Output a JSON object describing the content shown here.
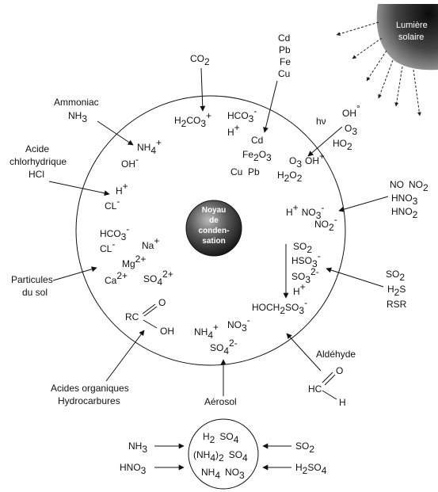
{
  "sun": {
    "label_1": "Lumière",
    "label_2": "solaire"
  },
  "core": {
    "line_1": "Noyau",
    "line_2": "de",
    "line_3": "conden-",
    "line_4": "sation"
  },
  "outside": {
    "co2": {
      "main": "CO",
      "sub": "2"
    },
    "metals": [
      "Cd",
      "Pb",
      "Fe",
      "Cu"
    ],
    "ammoniac": {
      "line_1": "Ammoniac",
      "main": "NH",
      "sub": "3"
    },
    "acide_hcl": {
      "line_1": "Acide",
      "line_2": "chlorhydrique",
      "line_3": "HCl"
    },
    "oxidants": {
      "oh": {
        "main": "OH",
        "sup": "°"
      },
      "o3": {
        "main": "O",
        "sub": "3"
      },
      "ho2": {
        "main": "HO",
        "sub": "2"
      }
    },
    "hv": "hν",
    "nox": {
      "no_no2": {
        "no": "NO",
        "no2_main": "NO",
        "no2_sub": "2"
      },
      "hno3": {
        "main": "HNO",
        "sub": "3"
      },
      "hno2": {
        "main": "HNO",
        "sub": "2"
      }
    },
    "particules": {
      "line_1": "Particules",
      "line_2": "du sol"
    },
    "sulfur": {
      "so2": {
        "main": "SO",
        "sub": "2"
      },
      "h2s": {
        "h": "H",
        "sub": "2",
        "s": "S"
      },
      "rsr": "RSR"
    },
    "acides_org": {
      "line_1": "Acides organiques",
      "line_2": "Hydrocarbures"
    },
    "aldehyde": {
      "label": "Aldéhyde",
      "hc": "HC",
      "o": "O",
      "h": "H"
    },
    "aerosol": "Aérosol"
  },
  "inside": {
    "h2co3": {
      "h": "H",
      "sub_1": "2",
      "co": "CO",
      "sub_2": "3",
      "sup": "+"
    },
    "hco3": {
      "main": "HCO",
      "sub": "3",
      "sup": "-"
    },
    "h_plus": {
      "main": "H",
      "sup": "+"
    },
    "cd": "Cd",
    "fe2o3": {
      "fe": "Fe",
      "sub_1": "2",
      "o": "O",
      "sub_2": "3"
    },
    "cu_pb": "Cu  Pb",
    "nh4": {
      "main": "NH",
      "sub": "4",
      "sup": "+"
    },
    "oh_minus": {
      "main": "OH",
      "sup": "-"
    },
    "o3_oh": {
      "o": "O",
      "sub": "3",
      "oh": "OH",
      "sup": "+"
    },
    "h2o2": {
      "h": "H",
      "sub_1": "2",
      "o": "O",
      "sub_2": "2"
    },
    "h_plus_2": {
      "main": "H",
      "sup": "+"
    },
    "cl_minus": {
      "main": "CL",
      "sup": "-"
    },
    "h_no3": {
      "h": "H",
      "sup_1": "+",
      "no": "NO",
      "sub": "3",
      "sup_2": "-"
    },
    "no2_minus": {
      "main": "NO",
      "sub": "2",
      "sup": "-"
    },
    "hco3_2": {
      "main": "HCO",
      "sub": "3",
      "sup": "-"
    },
    "na": {
      "main": "Na",
      "sup": "+"
    },
    "cl_minus_2": {
      "main": "CL",
      "sup": "-"
    },
    "mg": {
      "main": "Mg",
      "sup": "2+"
    },
    "ca": {
      "main": "Ca",
      "sup": "2+"
    },
    "so4_2plus": {
      "main": "SO",
      "sub": "4",
      "sup": "2+"
    },
    "so2_in": {
      "main": "SO",
      "sub": "2"
    },
    "hso3": {
      "main": "HSO",
      "sub": "3",
      "sup": "-"
    },
    "so3": {
      "main": "SO",
      "sub": "3",
      "sup": "2-"
    },
    "h_plus_3": {
      "main": "H",
      "sup": "+"
    },
    "hoch2so3": {
      "main": "HOCH",
      "sub_1": "2",
      "so": "SO",
      "sub_2": "3",
      "sup": "-"
    },
    "rc_oh": {
      "rc": "RC",
      "o": "O",
      "oh": "OH"
    },
    "nh4_2": {
      "main": "NH",
      "sub": "4",
      "sup": "+"
    },
    "no3_2": {
      "main": "NO",
      "sub": "3",
      "sup": "-"
    },
    "so4_2minus": {
      "main": "SO",
      "sub": "4",
      "sup": "2-"
    }
  },
  "aerosol_circle": {
    "h2so4": {
      "h": "H",
      "sub": "2",
      "so": "SO",
      "sub_2": "4"
    },
    "nh42so4": {
      "open": "(NH",
      "sub_1": "4",
      "close": ")",
      "sub_2": "2",
      "so": "SO",
      "sub_3": "4"
    },
    "nh4no3": {
      "nh": "NH",
      "sub_1": "4",
      "no": "NO",
      "sub_2": "3"
    }
  },
  "aerosol_inputs": {
    "nh3": {
      "main": "NH",
      "sub": "3"
    },
    "hno3": {
      "main": "HNO",
      "sub": "3"
    },
    "so2": {
      "main": "SO",
      "sub": "2"
    },
    "h2so4": {
      "h": "H",
      "sub_1": "2",
      "so": "SO",
      "sub_2": "4"
    }
  }
}
